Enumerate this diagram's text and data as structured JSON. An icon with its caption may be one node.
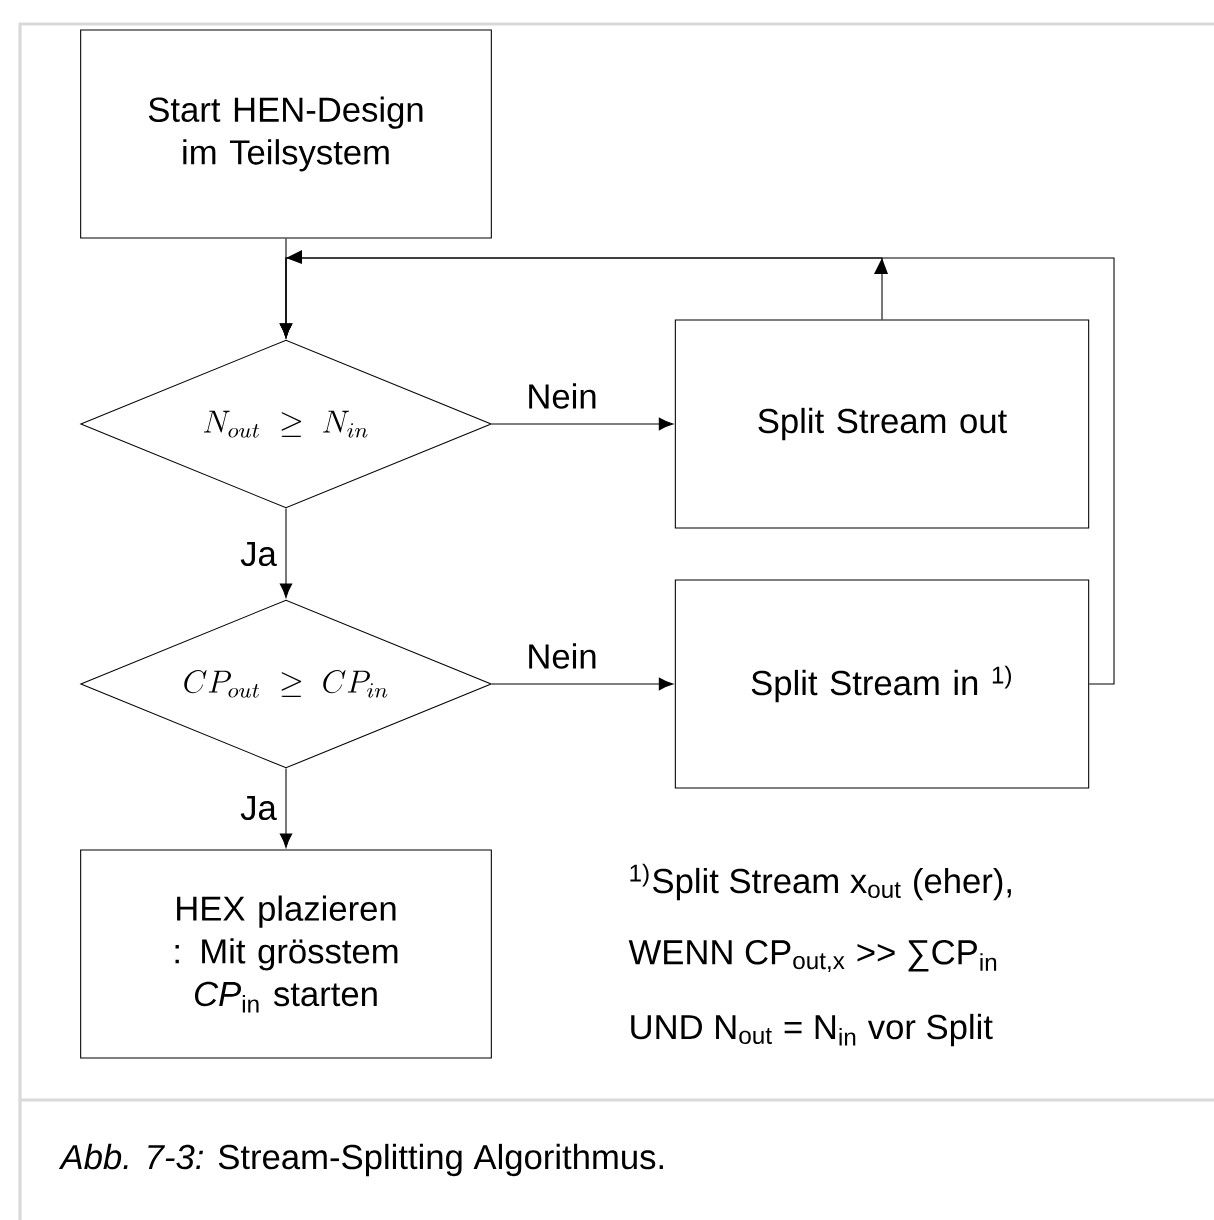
{
  "diagram": {
    "caption": "*Abb. 7-3:* Stream-Splitting Algorithmus.",
    "nodes": [
      {
        "text": [
          "Start HEN-Design im Teilsystem"
        ]
      },
      {
        "text": [
          "N_{out} \\;\\geq\\; N_{in}"
        ]
      },
      {
        "text": [
          "Split Stream out"
        ]
      },
      {
        "text": [
          "CP_{out} \\;\\geq\\; CP_{in}"
        ]
      },
      {
        "text": [
          "Split Stream in $^{1)}$"
        ]
      },
      {
        "text": [
          "HEX plazieren : Mit grösstem *CP*$_{in}$ starten"
        ]
      }
    ],
    "edges": [
      {
        "from": 0,
        "to": 1,
        "arrow": "to"
      },
      {
        "from": 1,
        "to": 2,
        "arrow": "to",
        "label": "Nein"
      },
      {
        "from": 1,
        "to": 3,
        "arrow": "to",
        "label": "Ja"
      },
      {
        "from": 2,
        "to": 1,
        "arrow": "to"
      },
      {
        "from": 3,
        "to": 4,
        "arrow": "to",
        "label": "Nein"
      },
      {
        "from": 3,
        "to": 5,
        "arrow": "to",
        "label": "Ja"
      },
      {
        "from": 4,
        "to": 1,
        "arrow": "to"
      }
    ],
    "labels": [
      "$^{1)}$Split Stream x$_{out}$ (eher),",
      "WENN CP$_{out,x}$ >> ∑CP$_{in}$",
      "UND N$_{out}$ = N$_{in}$ vor Split"
    ]
  }
}
